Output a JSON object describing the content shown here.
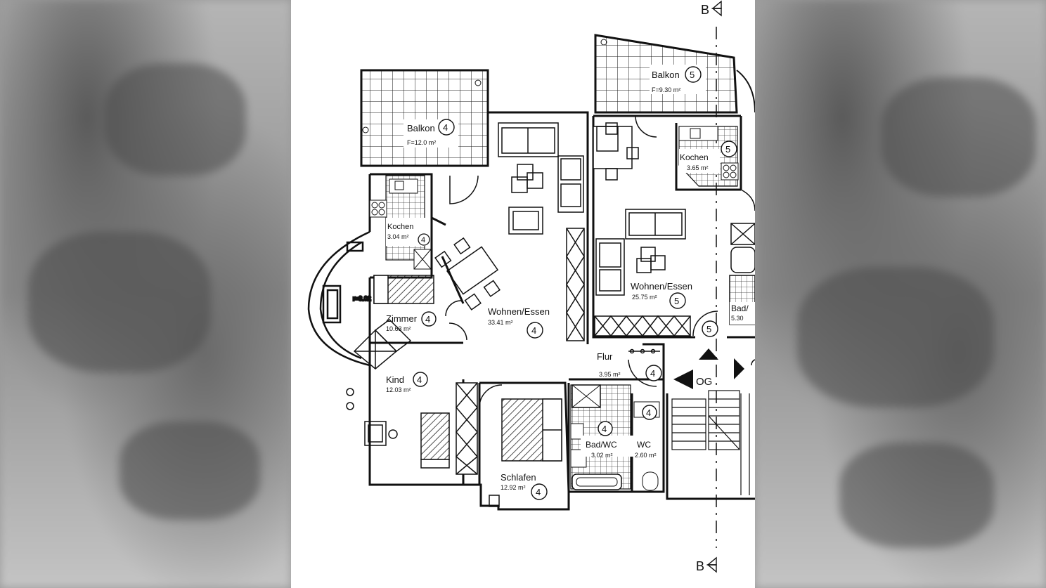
{
  "section_marker": {
    "top": "B",
    "bottom": "B"
  },
  "floor_label": "OG",
  "rooms": [
    {
      "id": "balkon4",
      "name": "Balkon",
      "area": "F=12.0 m²",
      "unit": "4"
    },
    {
      "id": "balkon5",
      "name": "Balkon",
      "area": "F=9.30 m²",
      "unit": "5"
    },
    {
      "id": "kochen4",
      "name": "Kochen",
      "area": "3.04 m²",
      "unit": "4"
    },
    {
      "id": "kochen5",
      "name": "Kochen",
      "area": "3.65 m²",
      "unit": "5"
    },
    {
      "id": "wohnen4",
      "name": "Wohnen/Essen",
      "area": "33.41 m²",
      "unit": "4"
    },
    {
      "id": "wohnen5",
      "name": "Wohnen/Essen",
      "area": "25.75 m²",
      "unit": "5"
    },
    {
      "id": "zimmer4",
      "name": "Zimmer",
      "area": "10.63 m²",
      "unit": "4"
    },
    {
      "id": "kind4",
      "name": "Kind",
      "area": "12.03 m²",
      "unit": "4"
    },
    {
      "id": "schlafen4",
      "name": "Schlafen",
      "area": "12.92 m²",
      "unit": "4"
    },
    {
      "id": "flur4",
      "name": "Flur",
      "area": "3.95 m²",
      "unit": "4"
    },
    {
      "id": "badwc4",
      "name": "Bad/WC",
      "area": "3.02 m²",
      "unit": "4"
    },
    {
      "id": "wc4",
      "name": "WC",
      "area": "2.60 m²",
      "unit": "4"
    },
    {
      "id": "bad5",
      "name": "Bad/",
      "area": "5.30",
      "unit": ""
    }
  ],
  "dimension_label": "r=3.02",
  "door_markers": [
    "5",
    "4",
    "4"
  ]
}
